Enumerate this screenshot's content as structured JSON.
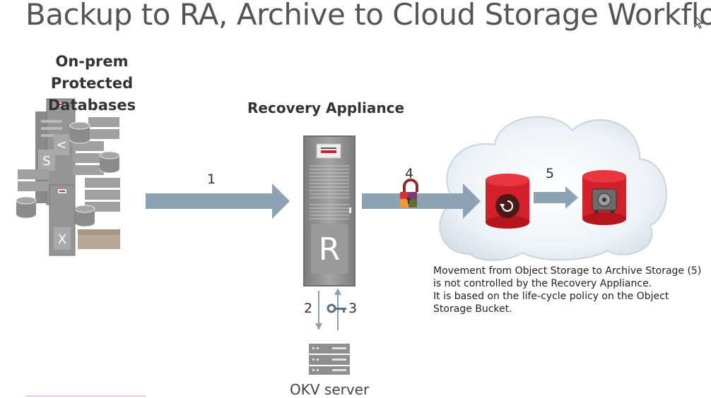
{
  "title": "Backup to RA, Archive to Cloud Storage Workflow",
  "onprem_label": "On-prem Protected Databases",
  "ra_label": "Recovery Appliance",
  "ra_letter": "R",
  "server_letters": [
    "S",
    "X"
  ],
  "steps": {
    "s1": "1",
    "s2": "2",
    "s3": "3",
    "s4": "4",
    "s5": "5"
  },
  "note_lines": [
    "Movement from Object Storage to Archive Storage (5) is not controlled by the Recovery Appliance.",
    "It is based on the life-cycle policy on the Object Storage Bucket."
  ],
  "okv_label": "OKV server",
  "colors": {
    "arrow": "#8ba3b3",
    "db_red": "#d3202a",
    "server_gray": "#909090",
    "cloud": "#e6eef4"
  },
  "icons": [
    "server-rack-icon",
    "database-icon",
    "padlock-icon",
    "key-icon",
    "restore-icon",
    "vault-icon",
    "cloud-icon",
    "cursor-icon"
  ]
}
